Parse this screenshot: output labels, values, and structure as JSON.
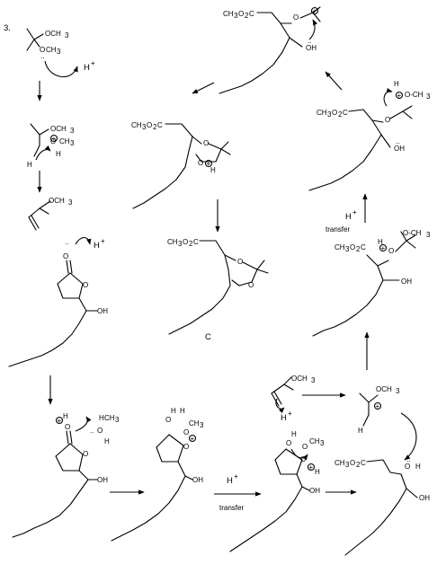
{
  "problem_number": "3.",
  "reagents": {
    "hplus": "H",
    "hplus_sup": "+",
    "transfer": "transfer"
  },
  "groups": {
    "och3": "OCH",
    "och3_sub": "3",
    "o_ch3": "O-CH",
    "ch3": "CH",
    "ch3_sub": "3",
    "ch3o2c": "CH",
    "ch3o2c_mid": "3",
    "ch3o2c_tail": "O",
    "ch3o2c_sub2": "2",
    "ch3o2c_end": "C",
    "oh": "OH",
    "o": "O",
    "h": "H"
  },
  "charges": {
    "plus": "+",
    "lone_pair": ".."
  },
  "labels": {
    "compound_c": "C"
  }
}
